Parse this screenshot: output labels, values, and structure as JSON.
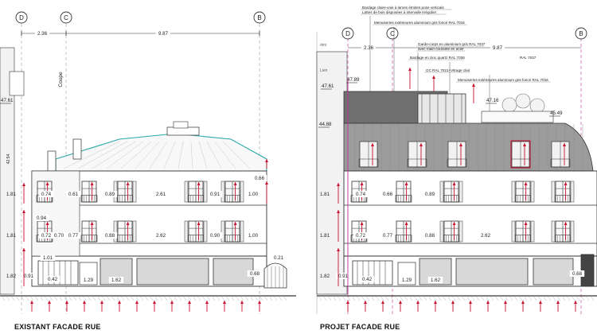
{
  "panels": {
    "existing": {
      "title": "EXISTANT FACADE RUE",
      "grid": [
        "D",
        "C",
        "B"
      ],
      "top_dims": [
        "2.36",
        "9.87"
      ],
      "section_label": "Coupe",
      "level_labels": [
        "1.81",
        "1.81",
        "1.82"
      ],
      "floor1_dims": [
        "0.74",
        "0.61",
        "0.89",
        "2.61",
        "0.91",
        "1.00"
      ],
      "floor2_dims": [
        "0.72",
        "0.70",
        "0.77",
        "0.88",
        "2.62",
        "0.90",
        "1.00"
      ],
      "ground_dims": [
        "0.91",
        "0.42",
        "1.29",
        "1.62",
        "0.68",
        "0.21"
      ],
      "small_dims": [
        "0.94",
        "1.01",
        "0.66"
      ],
      "left_levels": [
        "42.54",
        "47.61"
      ]
    },
    "project": {
      "title": "PROJET FACADE RUE",
      "grid": [
        "D",
        "C",
        "B"
      ],
      "top_dims": [
        "2.36",
        "9.87"
      ],
      "level_labels": [
        "1.81",
        "1.81",
        "1.82"
      ],
      "floor1_dims": [
        "0.74",
        "0.66",
        "0.89"
      ],
      "floor2_dims": [
        "0.72",
        "0.77",
        "0.88",
        "2.62"
      ],
      "ground_dims": [
        "0.91",
        "0.42",
        "1.29",
        "1.62",
        "0.68"
      ],
      "left_levels": [
        "47.61",
        "44.88"
      ],
      "roof_levels": [
        "47.89",
        "47.16",
        "45.49"
      ],
      "notes": [
        "Bardage claire-voie à lames étroites pose verticale",
        "Lattes de bois disposées à intervalle irrégulier",
        "Menuiseries extérieures aluminium gris foncé RAL 7016",
        "Garde-corps en aluminium gris RAL 7037",
        "avec main courante en acier",
        "Bardage en zinc quartz RAL 7036",
        "GC RAL 7021+Vitrage clair",
        "Menuiseries extérieures aluminium gris foncé RAL 7016"
      ],
      "note_ral": "RAL 7037",
      "note_left": "Lien",
      "note_left2": "dmi"
    }
  },
  "colors": {
    "ink": "#333333",
    "dim_red": "#c8102e",
    "existing_roof_outline": "#2aa8a8",
    "glass_dark": "#707070",
    "project_accent": "#c03090",
    "note_blue": "#3050b0"
  }
}
